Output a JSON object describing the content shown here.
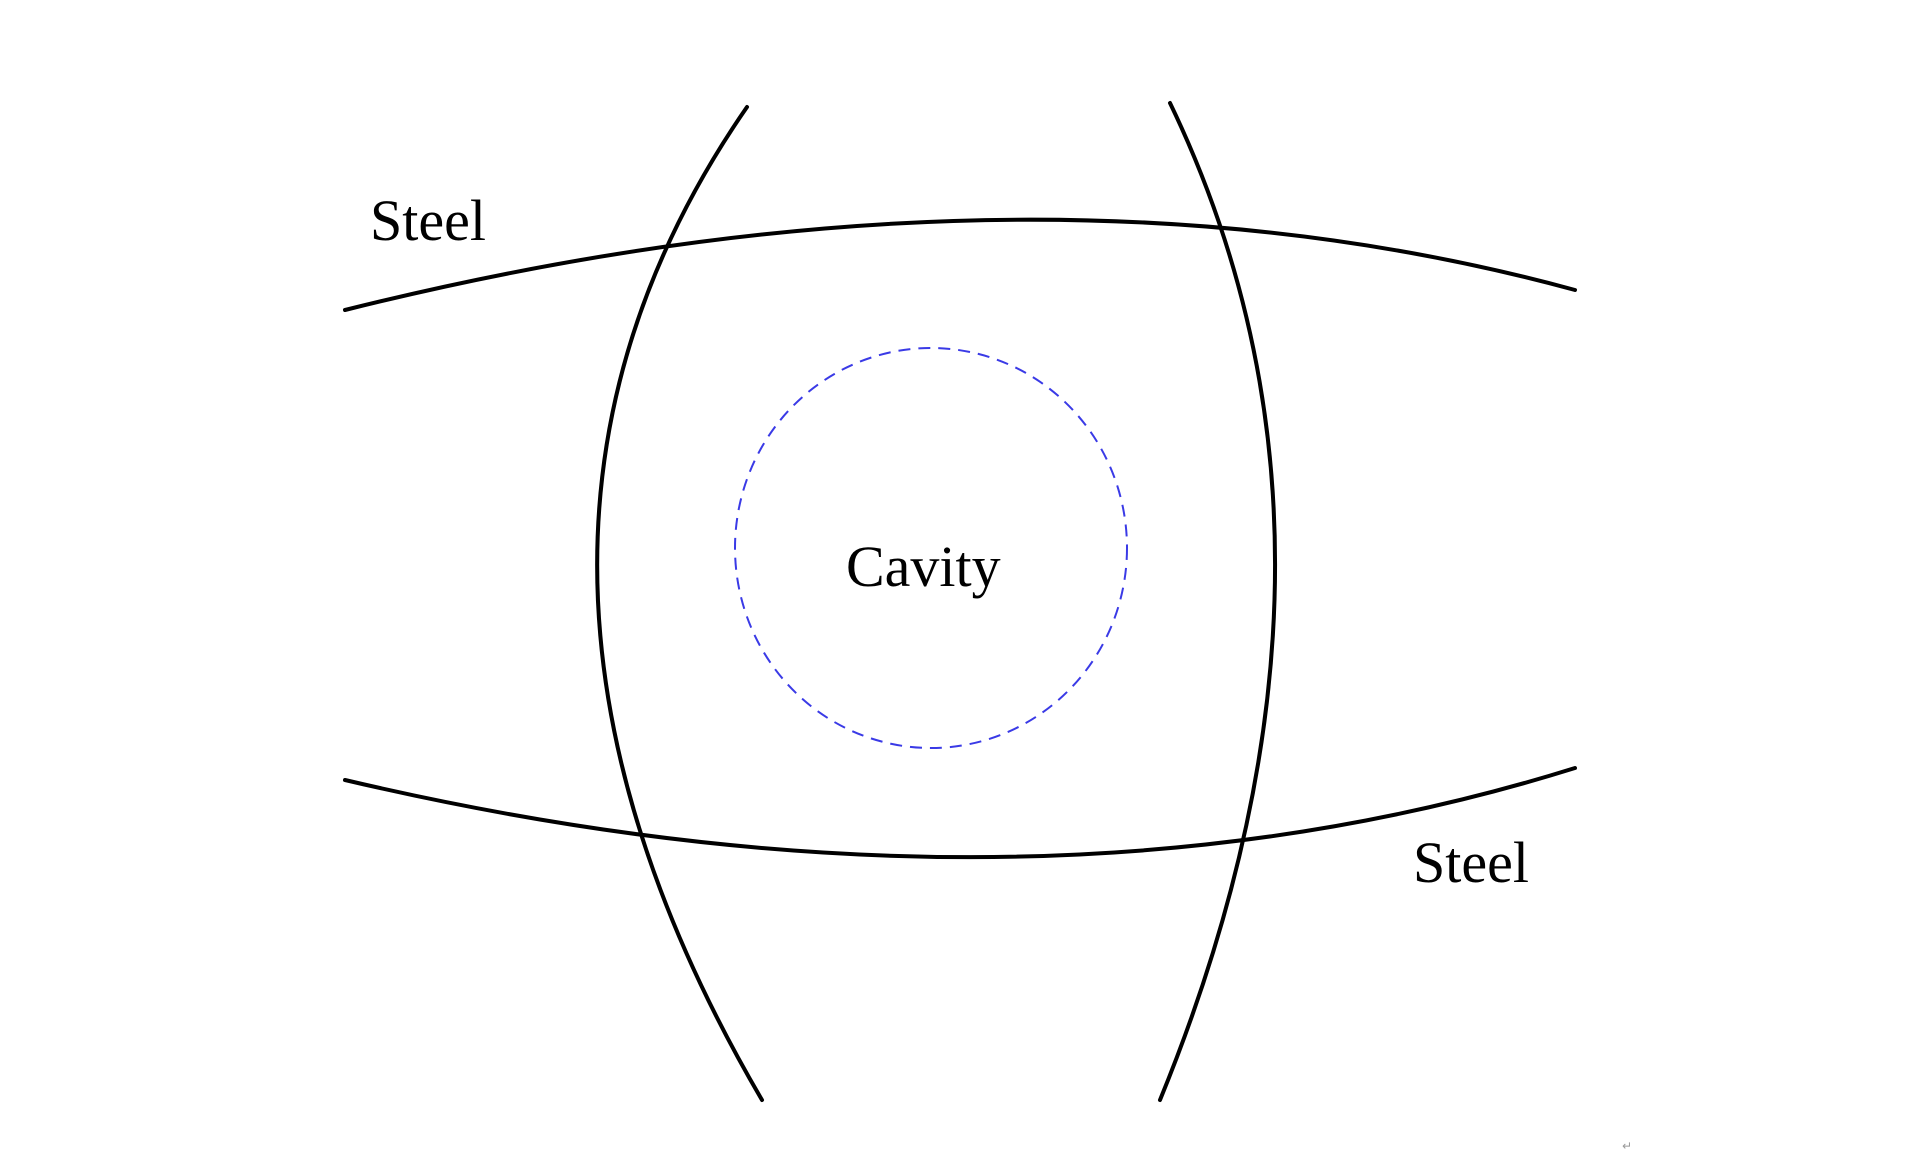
{
  "labels": {
    "steel_top": "Steel",
    "steel_bottom": "Steel",
    "cavity": "Cavity"
  },
  "glyphs": {
    "paragraph_mark": "↵"
  },
  "colors": {
    "steel_lines": "#000000",
    "cavity_outline": "#3a3ae6",
    "background": "#ffffff"
  }
}
